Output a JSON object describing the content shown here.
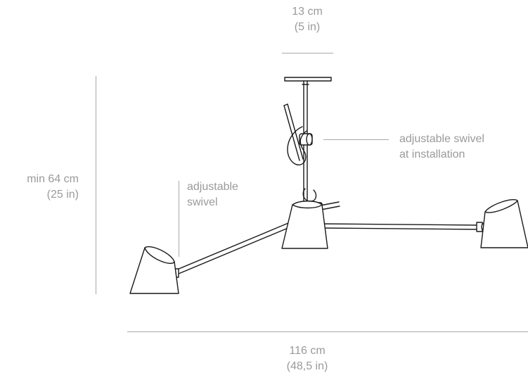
{
  "dimensions": {
    "canopy_width": {
      "metric": "13 cm",
      "imperial": "(5 in)"
    },
    "min_height": {
      "metric": "min 64 cm",
      "imperial": "(25 in)"
    },
    "total_width": {
      "metric": "116 cm",
      "imperial": "(48,5 in)"
    }
  },
  "annotations": {
    "arm_swivel": {
      "line1": "adjustable",
      "line2": "swivel"
    },
    "install_swivel": {
      "line1": "adjustable swivel",
      "line2": "at installation"
    }
  },
  "colors": {
    "text": "#9a9a9a",
    "line": "#a8a8a8",
    "ink": "#1a1a1a"
  }
}
